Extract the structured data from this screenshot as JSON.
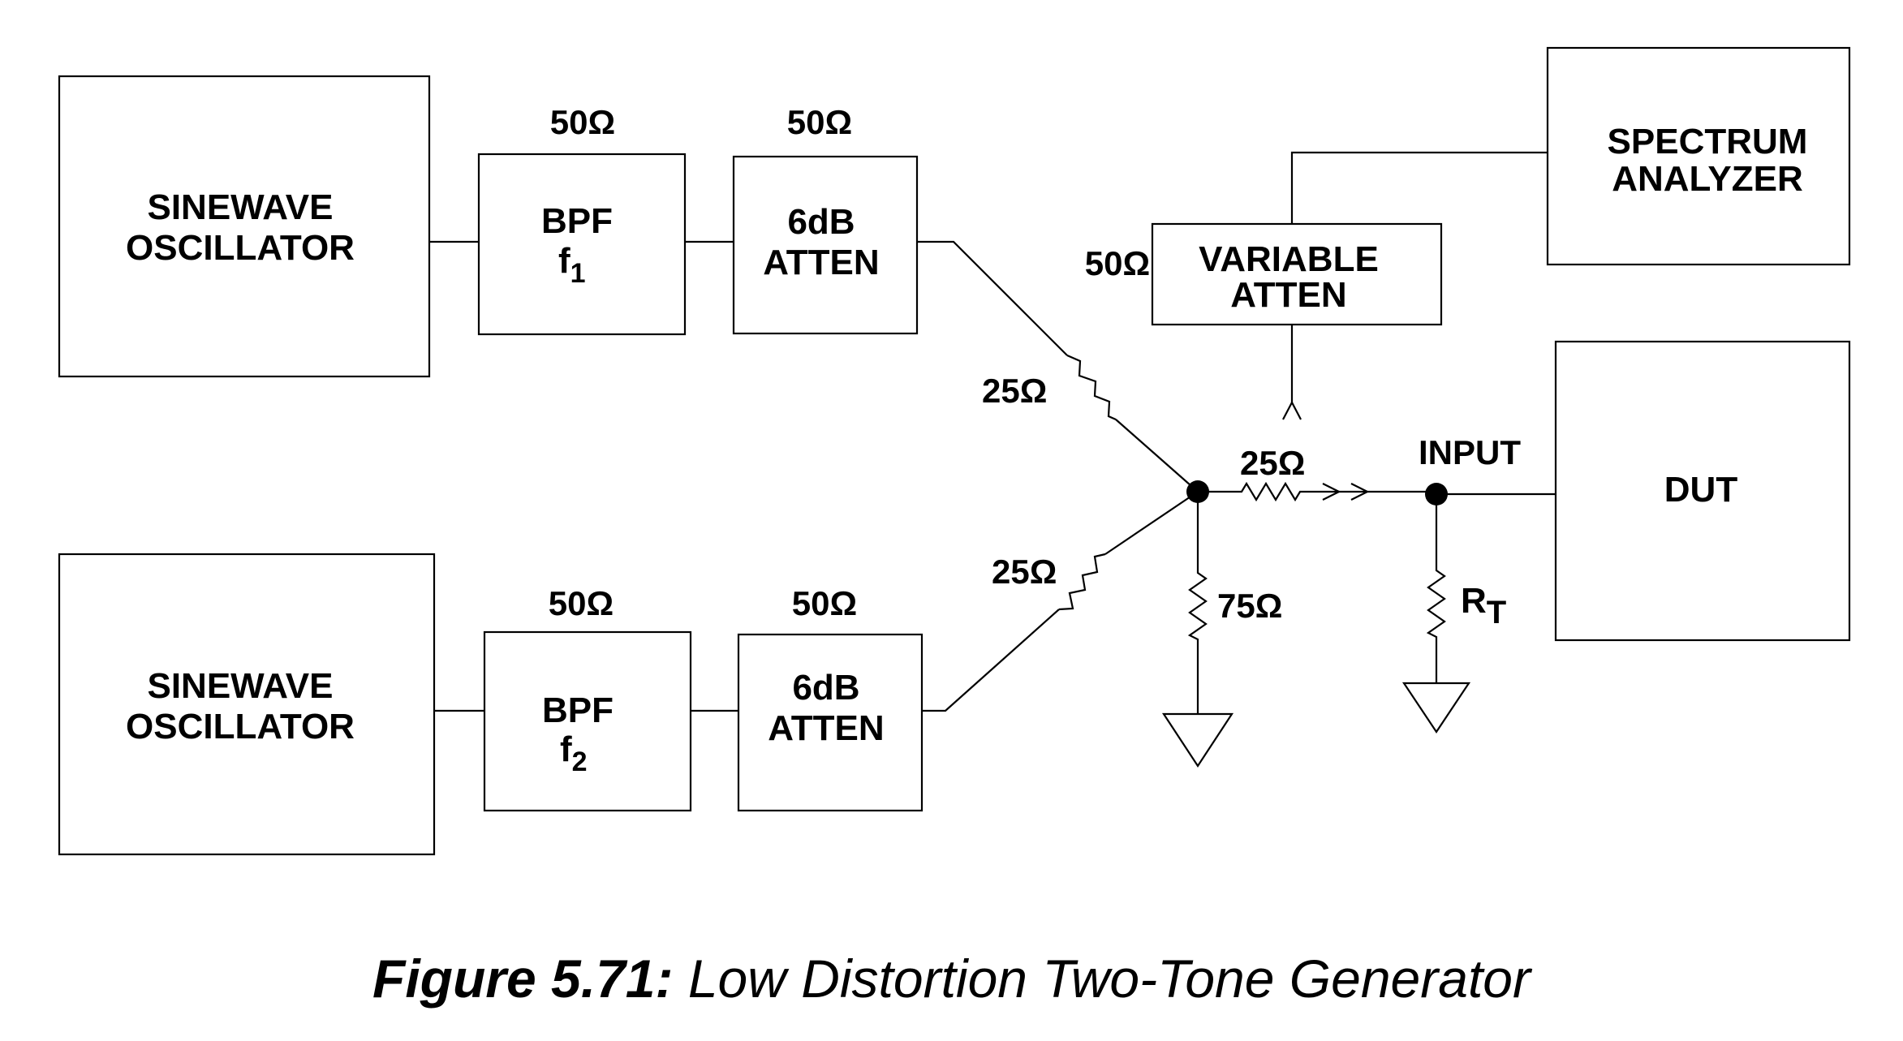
{
  "blocks": {
    "osc1": {
      "lines": [
        "SINEWAVE",
        "OSCILLATOR"
      ]
    },
    "bpf1": {
      "lines": [
        "BPF"
      ],
      "sym": "f",
      "sub": "1",
      "imp": "50Ω"
    },
    "att1": {
      "lines": [
        "6dB",
        "ATTEN"
      ],
      "imp": "50Ω"
    },
    "osc2": {
      "lines": [
        "SINEWAVE",
        "OSCILLATOR"
      ]
    },
    "bpf2": {
      "lines": [
        "BPF"
      ],
      "sym": "f",
      "sub": "2",
      "imp": "50Ω"
    },
    "att2": {
      "lines": [
        "6dB",
        "ATTEN"
      ],
      "imp": "50Ω"
    },
    "varatten": {
      "lines": [
        "VARIABLE",
        "ATTEN"
      ],
      "imp": "50Ω"
    },
    "spectrum": {
      "lines": [
        "SPECTRUM",
        "ANALYZER"
      ]
    },
    "dut": {
      "lines": [
        "DUT"
      ]
    }
  },
  "resistors": {
    "r_upper": "25Ω",
    "r_lower": "25Ω",
    "r_series": "25Ω",
    "r_shunt": "75Ω",
    "r_term": {
      "sym": "R",
      "sub": "T"
    }
  },
  "node_labels": {
    "input": "INPUT"
  },
  "caption": {
    "prefix": "Figure 5.71:",
    "text": "Low Distortion Two-Tone Generator"
  }
}
